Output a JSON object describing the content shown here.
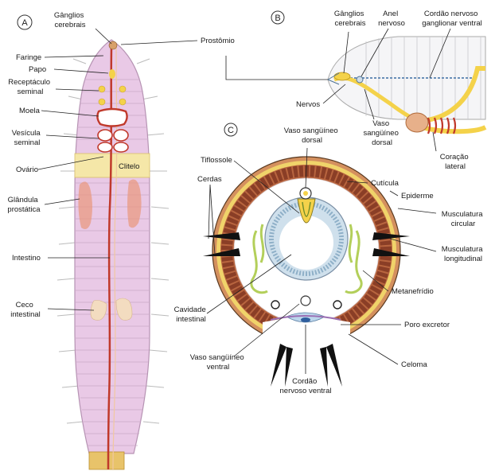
{
  "panels": [
    {
      "letter": "A"
    },
    {
      "letter": "B"
    },
    {
      "letter": "C"
    }
  ],
  "panel_a_labels": {
    "ganglios": [
      "Gânglios",
      "cerebrais"
    ],
    "prostomio": "Prostômio",
    "faringe": "Faringe",
    "papo": "Papo",
    "receptaculo": [
      "Receptáculo",
      "seminal"
    ],
    "moela": "Moela",
    "vesicula": [
      "Vesícula",
      "seminal"
    ],
    "ovario": "Ovário",
    "clitelo": "Clitelo",
    "glandula": [
      "Glândula",
      "prostática"
    ],
    "intestino": "Intestino",
    "ceco": [
      "Ceco",
      "intestinal"
    ]
  },
  "panel_b_labels": {
    "ganglios": [
      "Gânglios",
      "cerebrais"
    ],
    "anel": [
      "Anel",
      "nervoso"
    ],
    "cordao": [
      "Cordão nervoso",
      "ganglionar ventral"
    ],
    "nervos": "Nervos",
    "vaso_dorsal": [
      "Vaso",
      "sangüíneo",
      "dorsal"
    ],
    "coracao": [
      "Coração",
      "lateral"
    ]
  },
  "panel_c_labels": {
    "vaso_dorsal": [
      "Vaso sangüíneo",
      "dorsal"
    ],
    "tiflossole": "Tiflossole",
    "cerdas": "Cerdas",
    "cuticula": "Cutícula",
    "epiderme": "Epiderme",
    "musc_circular": [
      "Musculatura",
      "circular"
    ],
    "musc_longitudinal": [
      "Musculatura",
      "longitudinal"
    ],
    "metanefridio": "Metanefrídio",
    "cavidade": [
      "Cavidade",
      "intestinal"
    ],
    "poro": "Poro excretor",
    "celoma": "Celoma",
    "vaso_ventral": [
      "Vaso sangüíneo",
      "ventral"
    ],
    "cordao_ventral": [
      "Cordão",
      "nervoso ventral"
    ]
  },
  "colors": {
    "body_pink": "#e9c9e6",
    "body_stroke": "#b693b3",
    "gut_red": "#c0392b",
    "yellow": "#f4d24a",
    "muscle_brown": "#9b5a3a",
    "nephridium_green": "#b3cf5a",
    "label_line": "#222222"
  }
}
